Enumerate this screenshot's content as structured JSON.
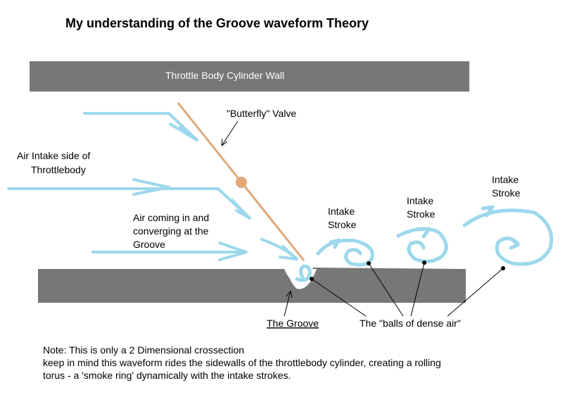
{
  "title": "My understanding of the Groove waveform Theory",
  "wall_label": "Throttle Body Cylinder Wall",
  "valve_label": "\"Butterfly\" Valve",
  "air_intake_label": [
    "Air Intake side of",
    "Throttlebody"
  ],
  "converging_label": [
    "Air coming in and",
    "converging at the",
    "Groove"
  ],
  "intake_stroke_labels": [
    [
      "Intake",
      "Stroke"
    ],
    [
      "Intake",
      "Stroke"
    ],
    [
      "Intake",
      "Stroke"
    ]
  ],
  "groove_label": "The Groove",
  "balls_label": "The \"balls of dense air\"",
  "note": [
    "Note: This is only a 2 Dimensional crossection",
    "keep in mind this waveform rides the sidewalls of the throttlebody cylinder, creating a rolling",
    "torus - a 'smoke ring' dynamically with the intake strokes."
  ],
  "colors": {
    "wall": "#777777",
    "air": "#9dd8ec",
    "valve": "#e0a878",
    "pivot": "#e0a878",
    "text": "#000000"
  }
}
